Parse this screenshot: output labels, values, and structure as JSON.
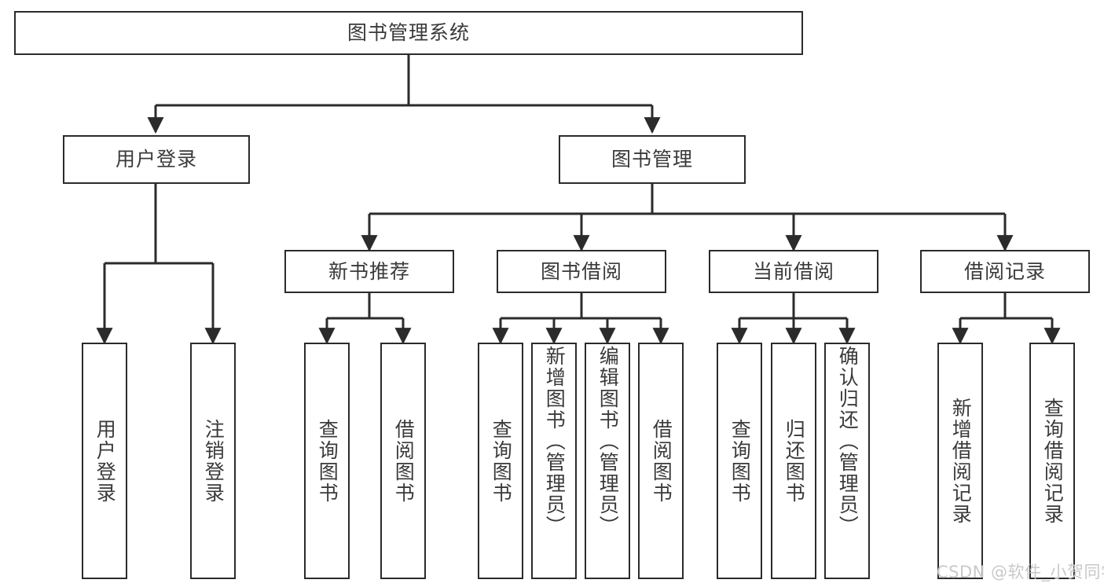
{
  "diagram": {
    "title": "图书管理系统",
    "type": "tree-hierarchy",
    "root": {
      "label": "图书管理系统"
    },
    "level2": [
      {
        "label": "用户登录"
      },
      {
        "label": "图书管理"
      }
    ],
    "level3": [
      {
        "label": "新书推荐"
      },
      {
        "label": "图书借阅"
      },
      {
        "label": "当前借阅"
      },
      {
        "label": "借阅记录"
      }
    ],
    "leaves_user_login": [
      {
        "label": "用户登录"
      },
      {
        "label": "注销登录"
      }
    ],
    "leaves_new_book": [
      {
        "label": "查询图书"
      },
      {
        "label": "借阅图书"
      }
    ],
    "leaves_borrow": [
      {
        "label": "查询图书"
      },
      {
        "label": "新增图书（管理员）"
      },
      {
        "label": "编辑图书（管理员）"
      },
      {
        "label": "借阅图书"
      }
    ],
    "leaves_current": [
      {
        "label": "查询图书"
      },
      {
        "label": "归还图书"
      },
      {
        "label": "确认归还（管理员）"
      }
    ],
    "leaves_record": [
      {
        "label": "新增借阅记录"
      },
      {
        "label": "查询借阅记录"
      }
    ]
  },
  "watermark": {
    "text": "CSDN @软件_小贺同学"
  },
  "colors": {
    "border": "#2b2b2b",
    "text": "#3a3a3a",
    "background": "#ffffff",
    "edge": "#2b2b2b",
    "watermark": "#c9c9c9"
  }
}
